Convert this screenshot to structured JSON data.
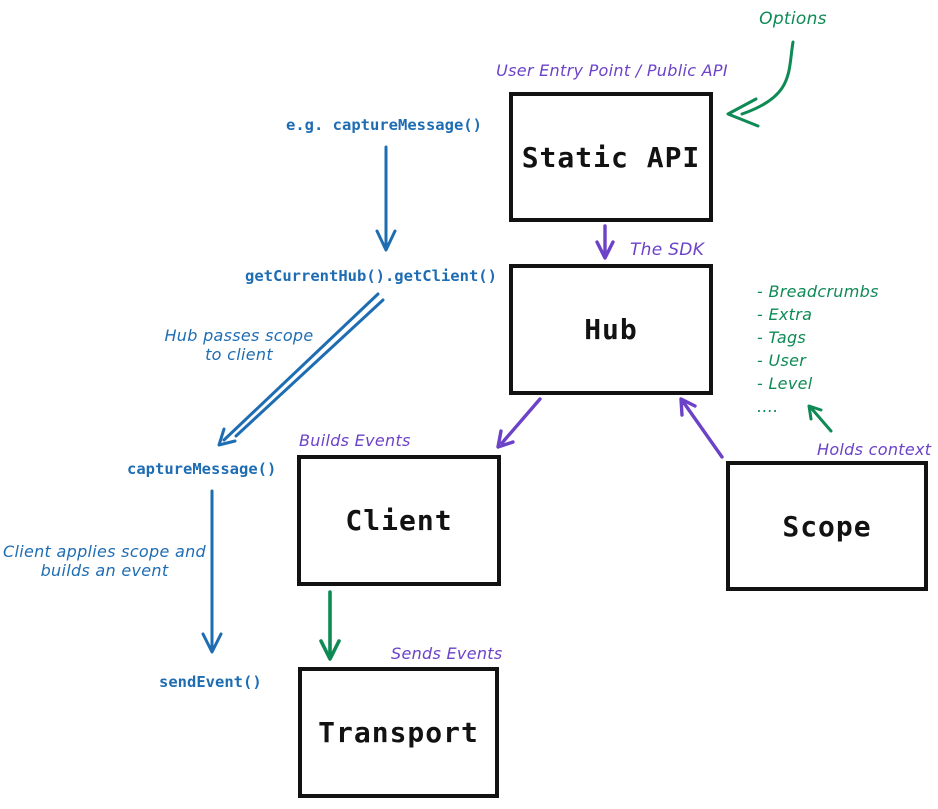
{
  "diagram": {
    "title_hint": "SDK architecture flow diagram",
    "colors": {
      "blue": "#1e6db3",
      "purple": "#6b42c8",
      "green": "#0e8a55",
      "ink": "#121212"
    },
    "boxes": {
      "static_api": "Static API",
      "hub": "Hub",
      "client": "Client",
      "scope": "Scope",
      "transport": "Transport"
    },
    "labels": {
      "options": "Options",
      "user_entry_point": "User Entry Point / Public API",
      "eg_capture_message": "e.g. captureMessage()",
      "get_current_hub": "getCurrentHub().getClient()",
      "the_sdk": "The SDK",
      "hub_passes_scope_1": "Hub passes scope",
      "hub_passes_scope_2": "to client",
      "capture_message": "captureMessage()",
      "client_applies_1": "Client applies scope and",
      "client_applies_2": "builds an event",
      "send_event": "sendEvent()",
      "builds_events": "Builds Events",
      "sends_events": "Sends Events",
      "holds_context": "Holds context",
      "scope_context_items": [
        "- Breadcrumbs",
        "- Extra",
        "- Tags",
        "- User",
        "- Level",
        "...."
      ]
    }
  }
}
